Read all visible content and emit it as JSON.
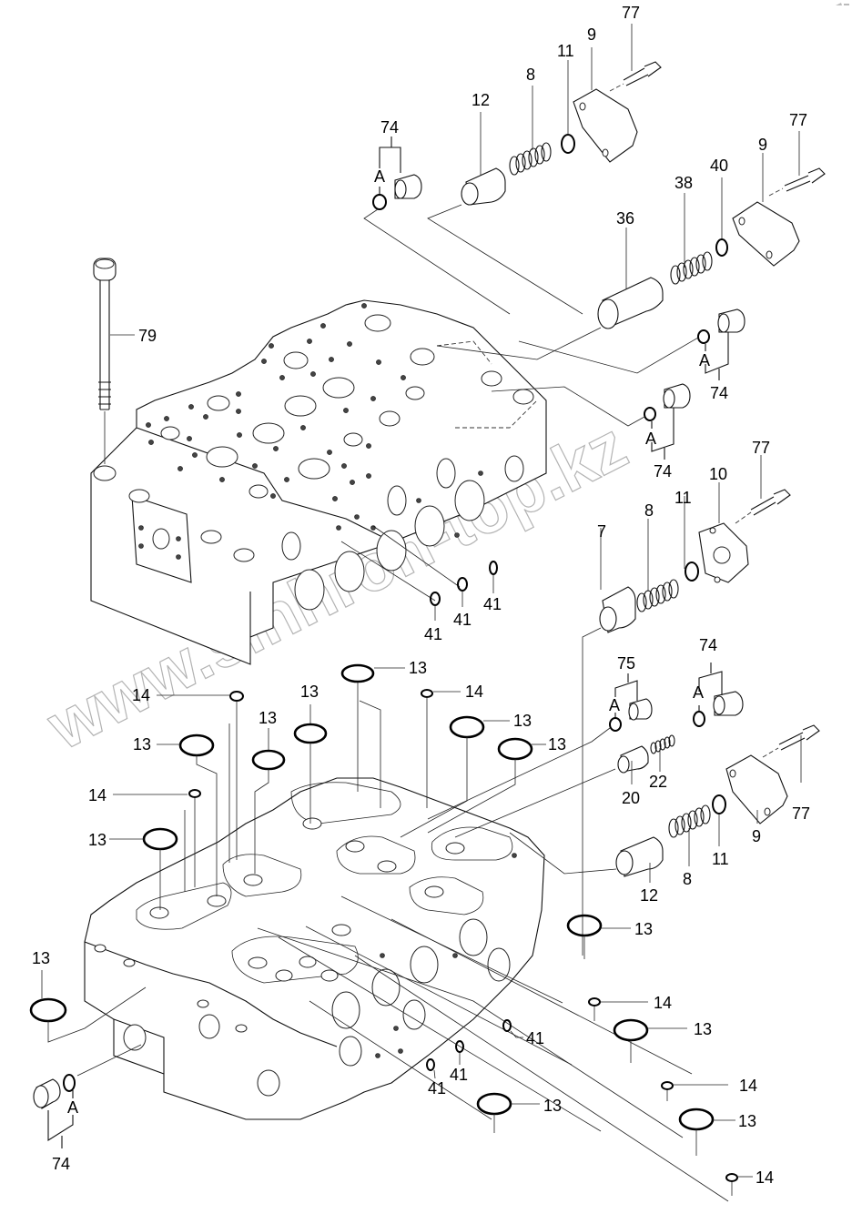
{
  "title": "Control valve exploded parts diagram",
  "watermark": "www.sinhron-top.kz",
  "colors": {
    "line": "#111111",
    "background": "#ffffff",
    "watermark": "#9a9a9a"
  },
  "group_marker": "A",
  "labels": {
    "top_plug_74": "74",
    "top_spool_12": "12",
    "top_spring_8": "8",
    "top_oring_11": "11",
    "top_cover_9": "9",
    "top_bolt_77": "77",
    "mid_bolt_77": "77",
    "mid_cover_9": "9",
    "mid_oring_40": "40",
    "mid_spring_38": "38",
    "mid_spool_36": "36",
    "right_plug_74_a": "74",
    "right_plug_74_b": "74",
    "cover_bolt_77": "77",
    "cover_10": "10",
    "cover_oring_11": "11",
    "cover_spring_8": "8",
    "spool_7": "7",
    "tie_bolt_79": "79",
    "oring_41_a": "41",
    "oring_41_b": "41",
    "oring_41_c": "41",
    "plug_75": "75",
    "plug_74_c": "74",
    "poppet_20": "20",
    "spring_22": "22",
    "low_spool_12": "12",
    "low_spring_8": "8",
    "low_oring_11": "11",
    "low_cover_9": "9",
    "low_bolt_77": "77",
    "oring_13_1": "13",
    "oring_13_2": "13",
    "oring_13_3": "13",
    "oring_13_4": "13",
    "oring_13_5": "13",
    "oring_13_6": "13",
    "oring_13_7": "13",
    "oring_13_8": "13",
    "oring_13_9": "13",
    "oring_13_10": "13",
    "oring_13_11": "13",
    "oring_13_12": "13",
    "oring_14_1": "14",
    "oring_14_2": "14",
    "oring_14_3": "14",
    "oring_14_4": "14",
    "oring_14_5": "14",
    "oring_14_6": "14",
    "lower_oring_41_a": "41",
    "lower_oring_41_b": "41",
    "lower_oring_41_c": "41",
    "bottom_plug_74": "74"
  }
}
